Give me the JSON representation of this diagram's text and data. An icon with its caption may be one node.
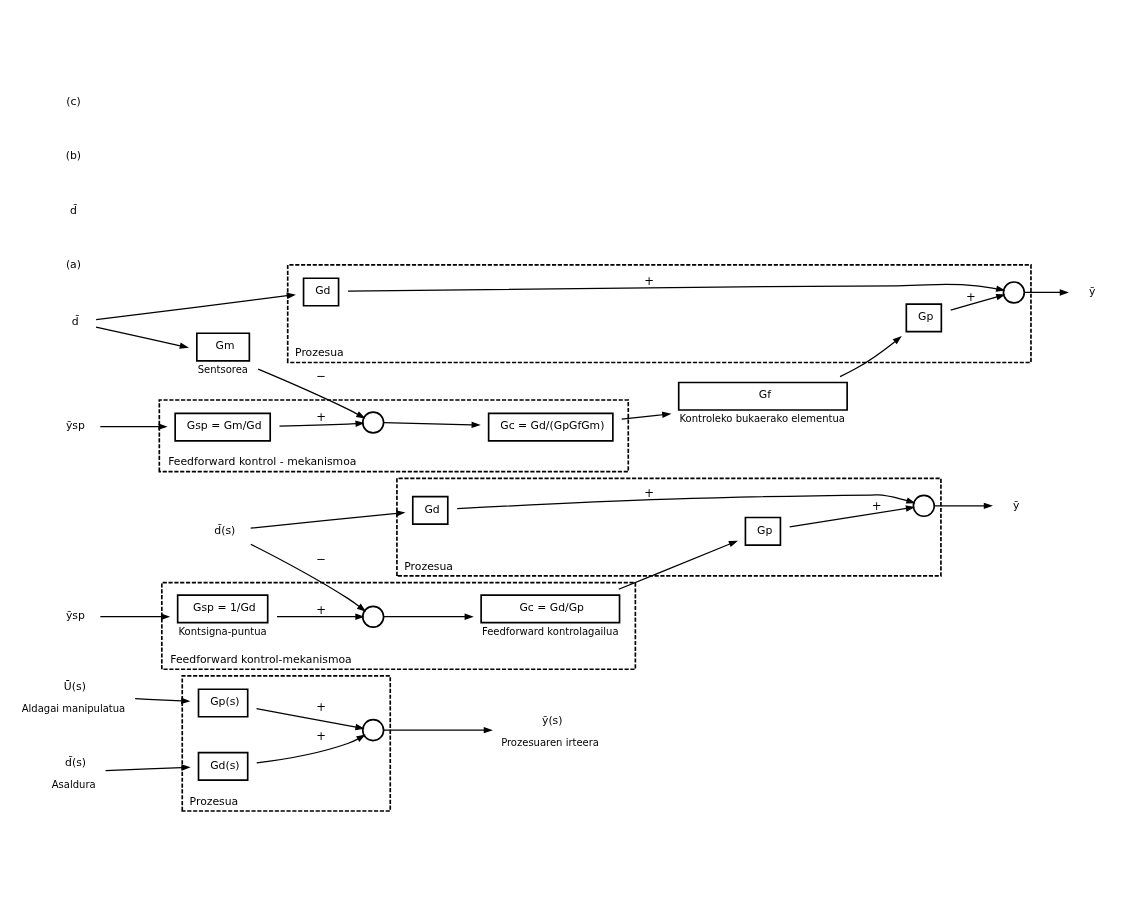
{
  "diagram": {
    "nodes": [
      {
        "text": [
          "Prozesua"
        ]
      },
      {
        "text": [
          "Gd(s)"
        ],
        "in": 0
      },
      {
        "text": [
          "Gp(s)"
        ],
        "in": 0
      },
      {
        "text": [],
        "shape": "circle",
        "in": 0
      },
      {
        "text": [
          "Ū(s)"
        ],
        "beside": [
          "Aldagai manipulatua"
        ]
      },
      {
        "text": [
          "d̄(s)"
        ],
        "beside": [
          "Asaldura"
        ]
      },
      {
        "text": [
          "ȳ(s)"
        ],
        "beside": [
          "Prozesuaren irteera"
        ]
      },
      {
        "text": [
          "Feedforward kontrol-mekanismoa"
        ]
      },
      {
        "text": [
          "Gsp = 1/Gd"
        ],
        "in": 7,
        "beside": [
          "Kontsigna-puntua"
        ]
      },
      {
        "text": [],
        "shape": "circle",
        "in": 7
      },
      {
        "text": [
          "Gc = Gd/Gp"
        ],
        "in": 7,
        "beside": [
          "Feedforward kontrolagailua"
        ]
      },
      {
        "text": [
          "Prozesua"
        ]
      },
      {
        "text": [
          "Gd"
        ],
        "in": 11
      },
      {
        "text": [
          "Gp"
        ],
        "in": 11
      },
      {
        "text": [],
        "shape": "circle",
        "in": 11
      },
      {
        "text": [
          "ȳsp"
        ]
      },
      {
        "text": [
          "d̄(s)"
        ]
      },
      {
        "text": [
          "ȳ"
        ]
      },
      {
        "text": [
          "Feedforward kontrol - mekanismoa"
        ]
      },
      {
        "text": [
          "Gsp = Gm/Gd"
        ],
        "in": 18
      },
      {
        "text": [],
        "shape": "circle",
        "in": 18
      },
      {
        "text": [
          "Gc = Gd/(GpGfGm)"
        ],
        "in": 18
      },
      {
        "text": [
          "Gm"
        ],
        "beside": [
          "Sentsorea"
        ]
      },
      {
        "text": [
          "Gf"
        ],
        "beside": [
          "Kontroleko bukaerako elementua"
        ]
      },
      {
        "text": [
          "Prozesua"
        ]
      },
      {
        "text": [
          "Gd"
        ],
        "in": 24
      },
      {
        "text": [
          "Gp"
        ],
        "in": 24
      },
      {
        "text": [],
        "shape": "circle",
        "in": 24
      },
      {
        "text": [
          "ȳsp"
        ]
      },
      {
        "text": [
          "d̄"
        ]
      },
      {
        "text": [
          "ȳ"
        ]
      }
    ],
    "edges": [
      {
        "from": 4,
        "to": 2,
        "arrow": "to"
      },
      {
        "from": 5,
        "to": 1,
        "arrow": "to"
      },
      {
        "from": 1,
        "to": 3,
        "arrow": "to",
        "label": "+"
      },
      {
        "from": 2,
        "to": 3,
        "arrow": "to",
        "label": "+"
      },
      {
        "from": 3,
        "to": 6,
        "arrow": "to"
      },
      {
        "from": 15,
        "to": 8,
        "arrow": "to"
      },
      {
        "from": 8,
        "to": 9,
        "arrow": "to",
        "label": "+"
      },
      {
        "from": 16,
        "to": 9,
        "arrow": "to",
        "label": "−"
      },
      {
        "from": 16,
        "to": 12,
        "arrow": "to"
      },
      {
        "from": 9,
        "to": 10,
        "arrow": "to"
      },
      {
        "from": 10,
        "to": 13,
        "arrow": "to"
      },
      {
        "from": 13,
        "to": 14,
        "arrow": "to",
        "label": "+"
      },
      {
        "from": 12,
        "to": 14,
        "arrow": "to",
        "label": "+"
      },
      {
        "from": 14,
        "to": 17,
        "arrow": "to"
      },
      {
        "from": 28,
        "to": 19,
        "arrow": "to"
      },
      {
        "from": 19,
        "to": 20,
        "arrow": "to",
        "label": "+"
      },
      {
        "from": 29,
        "to": 22,
        "arrow": "to"
      },
      {
        "from": 22,
        "to": 20,
        "arrow": "to",
        "label": "−"
      },
      {
        "from": 29,
        "to": 25,
        "arrow": "to"
      },
      {
        "from": 20,
        "to": 21,
        "arrow": "to"
      },
      {
        "from": 21,
        "to": 23,
        "arrow": "to"
      },
      {
        "from": 23,
        "to": 26,
        "arrow": "to"
      },
      {
        "from": 26,
        "to": 27,
        "arrow": "to",
        "label": "+"
      },
      {
        "from": 25,
        "to": 27,
        "arrow": "to",
        "label": "+"
      },
      {
        "from": 27,
        "to": 30,
        "arrow": "to"
      }
    ],
    "labels": [
      "(a)",
      "d̄",
      "(b)",
      "(c)"
    ]
  }
}
